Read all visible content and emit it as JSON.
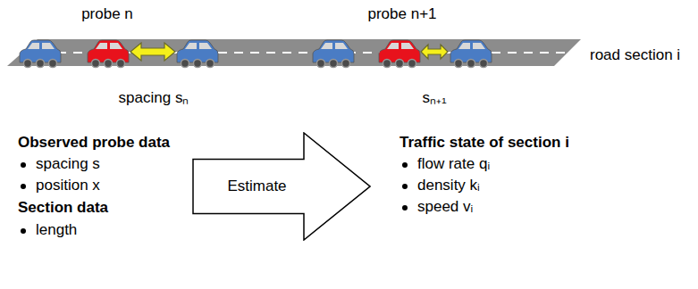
{
  "diagram": {
    "nodes": [
      {
        "text": [
          "Estimate"
        ]
      }
    ],
    "labels": [
      "probe n",
      "probe n+1",
      "spacing sₙ",
      "sₙ₊₁",
      "road section i",
      "Observed probe data",
      "spacing s",
      "position x",
      "Section data",
      "length",
      "Traffic state of section i",
      "flow rate qᵢ",
      "density kᵢ",
      "speed vᵢ"
    ]
  }
}
